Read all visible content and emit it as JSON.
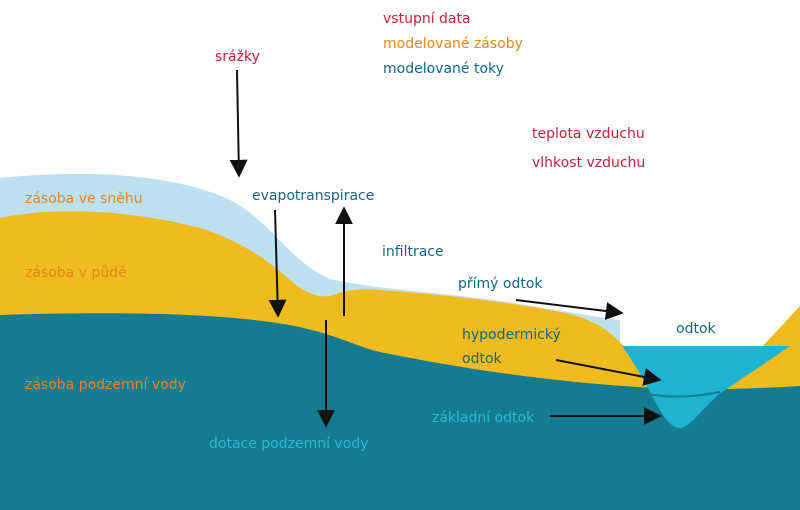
{
  "legend": {
    "input_data": "vstupní data",
    "modeled_stores": "modelované zásoby",
    "modeled_flows": "modelované toky"
  },
  "inputs": {
    "precipitation": "srážky",
    "air_temperature": "teplota vzduchu",
    "air_humidity": "vlhkost vzduchu"
  },
  "stores": {
    "snow": "zásoba ve sněhu",
    "soil": "zásoba v půdě",
    "groundwater": "zásoba podzemní vody"
  },
  "flows": {
    "evapotranspiration": "evapotranspirace",
    "infiltration": "infiltrace",
    "direct_runoff": "přímý odtok",
    "subsurface_runoff_line1": "hypodermický",
    "subsurface_runoff_line2": "odtok",
    "runoff": "odtok",
    "base_runoff": "základní odtok",
    "groundwater_recharge": "dotace podzemní vody"
  },
  "colors": {
    "input": "#c0243a",
    "store": "#e8851e",
    "flow": "#13687f",
    "snow": "#bde1f0",
    "soil": "#f0bb1f",
    "groundwater": "#137c90",
    "river": "#1eb4d1"
  }
}
